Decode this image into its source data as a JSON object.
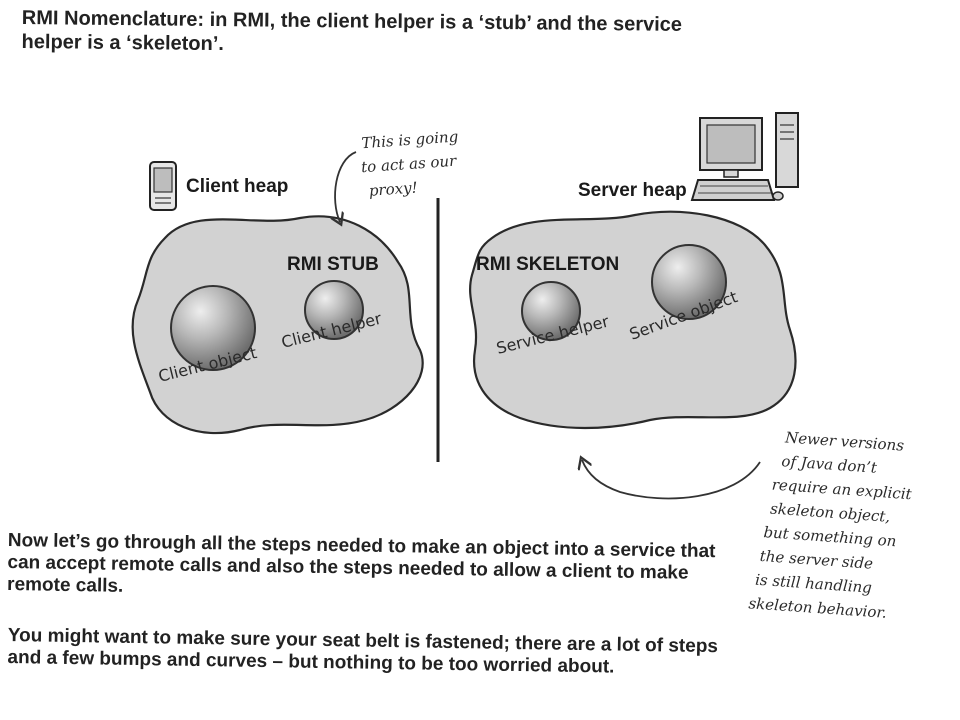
{
  "heading": "RMI Nomenclature: in RMI, the client helper is a ‘stub’ and the service helper is a ‘skeleton’.",
  "diagram": {
    "client_heap_label": "Client heap",
    "server_heap_label": "Server heap",
    "rmi_stub_label": "RMI STUB",
    "rmi_skeleton_label": "RMI SKELETON",
    "client_object_label": "Client object",
    "client_helper_label": "Client helper",
    "service_helper_label": "Service helper",
    "service_object_label": "Service object",
    "proxy_note": [
      "This is going",
      "to act as our",
      "proxy!"
    ],
    "skeleton_note": [
      "Newer versions",
      "of Java don’t",
      "require an explicit",
      "skeleton object,",
      "but something on",
      "the server side",
      "is still handling",
      "skeleton behavior."
    ]
  },
  "paragraphs": [
    "Now let’s go through all the steps needed to make an object into a service that can accept remote calls and also the steps needed to allow a client to make remote calls.",
    "You might want to make sure your seat belt is fastened; there are a lot of steps and a few bumps and curves – but nothing to be too worried about."
  ]
}
